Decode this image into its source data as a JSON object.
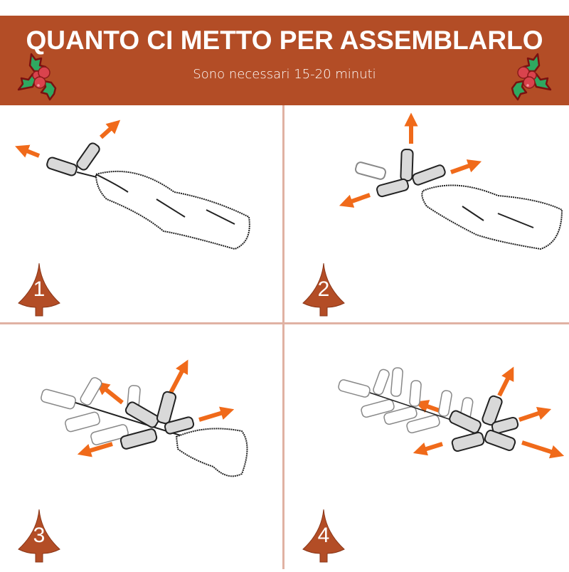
{
  "header": {
    "title": "QUANTO CI METTO PER ASSEMBLARLO",
    "subtitle": "Sono necessari 15-20 minuti",
    "background_color": "#b34d26",
    "decoration_icon": "holly-icon"
  },
  "steps": [
    {
      "number": "1",
      "description_icon": "branch-unfold-step-1"
    },
    {
      "number": "2",
      "description_icon": "branch-unfold-step-2"
    },
    {
      "number": "3",
      "description_icon": "branch-unfold-step-3"
    },
    {
      "number": "4",
      "description_icon": "branch-unfold-step-4"
    }
  ],
  "colors": {
    "accent": "#b34d26",
    "arrow": "#f06a1a",
    "divider": "#e0b2a3",
    "branch_fill": "#d9d9d9"
  }
}
